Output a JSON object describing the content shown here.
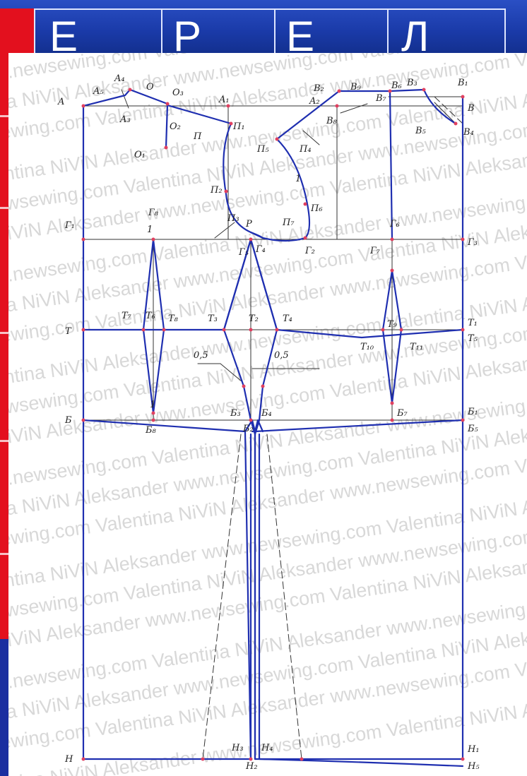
{
  "header": {
    "letters": [
      "Е",
      "Р",
      "Е",
      "Л"
    ]
  },
  "watermark": {
    "text": "www.newsewing.com Valentina NiViN Aleksander"
  },
  "labels": {
    "A": "A",
    "A5": "A₅",
    "A4": "A₄",
    "A3": "A₃",
    "O": "O",
    "O1": "O₁",
    "O2": "O₂",
    "O3": "O₃",
    "A1": "A₁",
    "A2": "A₂",
    "P": "П",
    "P1": "П₁",
    "P2": "П₂",
    "P3": "П₃",
    "P4": "П₄",
    "P5": "П₅",
    "P6": "П₆",
    "P7": "П₇",
    "B1": "B₁",
    "B2": "B₂",
    "B3": "B₃",
    "B4": "B₄",
    "B5": "B₅",
    "B6": "B₆",
    "B7": "B₇",
    "B8": "B₈",
    "B9": "B₉",
    "B": "B",
    "G": "Г₁",
    "G2": "Г₂",
    "G3": "Г₃",
    "G4": "Г₄",
    "G5": "Г₅",
    "G6": "Г₆",
    "G7": "Г₇",
    "G8": "Г₈",
    "Pt": "P",
    "T": "T",
    "T1": "T₁",
    "T2": "T₂",
    "T3": "T₃",
    "T4": "T₄",
    "T5": "T₅",
    "T6": "T₆",
    "T7": "T₇",
    "T8": "T₈",
    "T9": "T₉",
    "T10": "T₁₀",
    "T11": "T₁₁",
    "Bh": "Б",
    "Bh1": "Б₁",
    "Bh2": "Б₂",
    "Bh3": "Б₃",
    "Bh4": "Б₄",
    "Bh5": "Б₅",
    "Bh7": "Б₇",
    "Bh8": "Б₈",
    "H": "H",
    "H1": "H₁",
    "H2": "H₂",
    "H3": "H₃",
    "H4": "H₄",
    "H5": "H₅",
    "one": "1",
    "half1": "0,5",
    "half2": "0,5"
  }
}
